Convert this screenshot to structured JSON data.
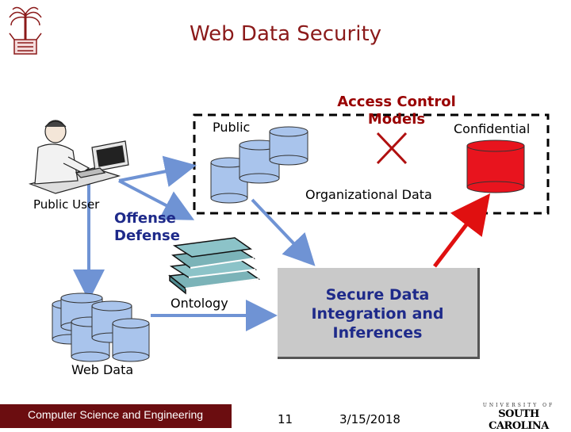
{
  "slide": {
    "title": "Web Data Security",
    "labels": {
      "public": "Public",
      "access_control": "Access Control\nModels",
      "confidential": "Confidential",
      "organizational_data": "Organizational Data",
      "public_user": "Public User",
      "offense_defense": "Offense\nDefense",
      "ontology": "Ontology",
      "secure_integration": "Secure Data\nIntegration and\nInferences",
      "web_data": "Web Data"
    },
    "footer": {
      "department": "Computer Science and Engineering",
      "page_number": "11",
      "date": "3/15/2018",
      "university_small": "UNIVERSITY OF",
      "university_big": "SOUTH CAROLINA"
    },
    "colors": {
      "db_blue": "#a9c4ec",
      "db_red": "#e8141e",
      "arrow_blue": "#6f93d4",
      "arrow_red": "#e01010",
      "title_red": "#8b1a1a",
      "footer_bg": "#6b0d10",
      "secure_box": "#c9c9c9"
    },
    "icons": [
      "palmetto-logo-icon",
      "computer-user-icon",
      "book-stack-icon",
      "cross-mark-icon"
    ]
  }
}
